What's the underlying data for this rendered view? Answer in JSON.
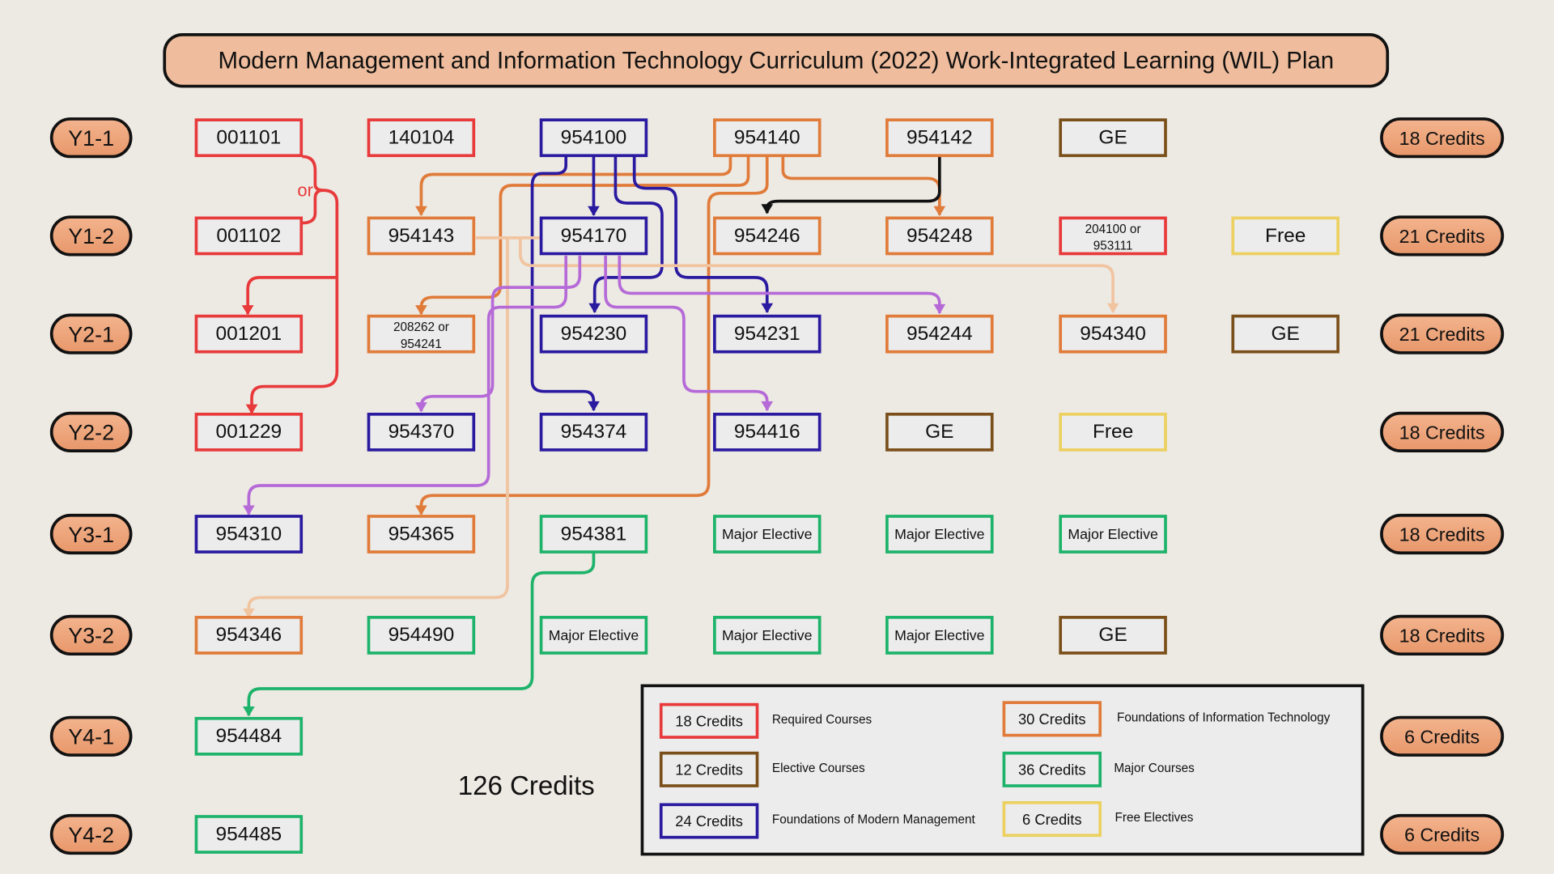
{
  "title": "Modern Management and Information Technology Curriculum (2022) Work-Integrated Learning (WIL) Plan",
  "colors": {
    "required": "#e8393b",
    "it_foundation": "#e07b39",
    "elective": "#7a4f1a",
    "major": "#1db36a",
    "mm_foundation": "#2a1aa0",
    "free": "#ecd060",
    "prereq_peach": "#f1c4a0",
    "prereq_purple": "#b56ad8",
    "prereq_black": "#111111"
  },
  "or_label": "or",
  "total_credits": "126 Credits",
  "rows": [
    {
      "term": "Y1-1",
      "credits": "18 Credits",
      "courses": [
        {
          "lines": [
            "001101"
          ],
          "category": "required"
        },
        {
          "lines": [
            "140104"
          ],
          "category": "required"
        },
        {
          "lines": [
            "954100"
          ],
          "category": "mm_foundation"
        },
        {
          "lines": [
            "954140"
          ],
          "category": "it_foundation"
        },
        {
          "lines": [
            "954142"
          ],
          "category": "it_foundation"
        },
        {
          "lines": [
            "GE"
          ],
          "category": "elective"
        }
      ]
    },
    {
      "term": "Y1-2",
      "credits": "21 Credits",
      "courses": [
        {
          "lines": [
            "001102"
          ],
          "category": "required"
        },
        {
          "lines": [
            "954143"
          ],
          "category": "it_foundation"
        },
        {
          "lines": [
            "954170"
          ],
          "category": "mm_foundation"
        },
        {
          "lines": [
            "954246"
          ],
          "category": "it_foundation"
        },
        {
          "lines": [
            "954248"
          ],
          "category": "it_foundation"
        },
        {
          "lines": [
            "204100 or",
            "953111"
          ],
          "category": "required"
        },
        {
          "lines": [
            "Free"
          ],
          "category": "free"
        }
      ]
    },
    {
      "term": "Y2-1",
      "credits": "21 Credits",
      "courses": [
        {
          "lines": [
            "001201"
          ],
          "category": "required"
        },
        {
          "lines": [
            "208262 or",
            "954241"
          ],
          "category": "it_foundation"
        },
        {
          "lines": [
            "954230"
          ],
          "category": "mm_foundation"
        },
        {
          "lines": [
            "954231"
          ],
          "category": "mm_foundation"
        },
        {
          "lines": [
            "954244"
          ],
          "category": "it_foundation"
        },
        {
          "lines": [
            "954340"
          ],
          "category": "it_foundation"
        },
        {
          "lines": [
            "GE"
          ],
          "category": "elective"
        }
      ]
    },
    {
      "term": "Y2-2",
      "credits": "18 Credits",
      "courses": [
        {
          "lines": [
            "001229"
          ],
          "category": "required"
        },
        {
          "lines": [
            "954370"
          ],
          "category": "mm_foundation"
        },
        {
          "lines": [
            "954374"
          ],
          "category": "mm_foundation"
        },
        {
          "lines": [
            "954416"
          ],
          "category": "mm_foundation"
        },
        {
          "lines": [
            "GE"
          ],
          "category": "elective"
        },
        {
          "lines": [
            "Free"
          ],
          "category": "free"
        }
      ]
    },
    {
      "term": "Y3-1",
      "credits": "18 Credits",
      "courses": [
        {
          "lines": [
            "954310"
          ],
          "category": "mm_foundation"
        },
        {
          "lines": [
            "954365"
          ],
          "category": "it_foundation"
        },
        {
          "lines": [
            "954381"
          ],
          "category": "major"
        },
        {
          "lines": [
            "Major Elective"
          ],
          "category": "major"
        },
        {
          "lines": [
            "Major Elective"
          ],
          "category": "major"
        },
        {
          "lines": [
            "Major Elective"
          ],
          "category": "major"
        }
      ]
    },
    {
      "term": "Y3-2",
      "credits": "18 Credits",
      "courses": [
        {
          "lines": [
            "954346"
          ],
          "category": "it_foundation"
        },
        {
          "lines": [
            "954490"
          ],
          "category": "major"
        },
        {
          "lines": [
            "Major Elective"
          ],
          "category": "major"
        },
        {
          "lines": [
            "Major Elective"
          ],
          "category": "major"
        },
        {
          "lines": [
            "Major Elective"
          ],
          "category": "major"
        },
        {
          "lines": [
            "GE"
          ],
          "category": "elective"
        }
      ]
    },
    {
      "term": "Y4-1",
      "credits": "6 Credits",
      "courses": [
        {
          "lines": [
            "954484"
          ],
          "category": "major"
        }
      ]
    },
    {
      "term": "Y4-2",
      "credits": "6 Credits",
      "courses": [
        {
          "lines": [
            "954485"
          ],
          "category": "major"
        }
      ]
    }
  ],
  "legend": [
    {
      "credits": "18 Credits",
      "label": "Required Courses",
      "category": "required"
    },
    {
      "credits": "12 Credits",
      "label": "Elective Courses",
      "category": "elective"
    },
    {
      "credits": "24 Credits",
      "label": "Foundations of Modern Management",
      "category": "mm_foundation"
    },
    {
      "credits": "30 Credits",
      "label": "Foundations of Information Technology",
      "category": "it_foundation"
    },
    {
      "credits": "36 Credits",
      "label": "Major Courses",
      "category": "major"
    },
    {
      "credits": "6 Credits",
      "label": "Free Electives",
      "category": "free"
    }
  ]
}
